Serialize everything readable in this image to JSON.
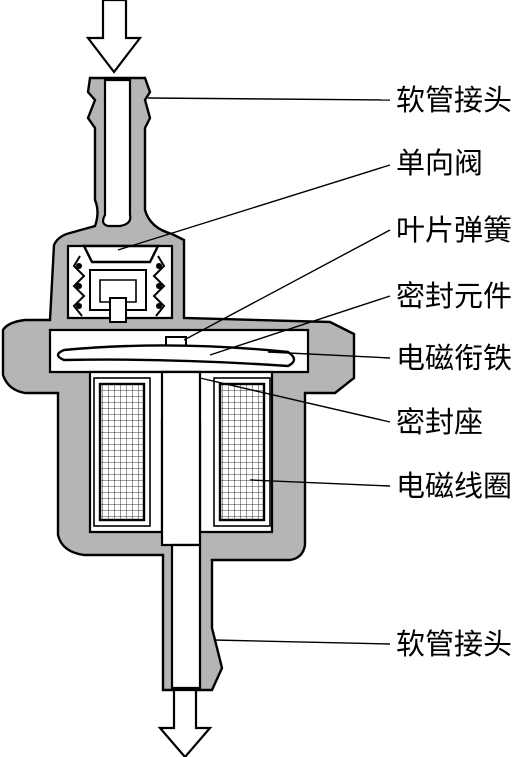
{
  "labels": {
    "hose_top": "软管接头",
    "check_valve": "单向阀",
    "leaf_spring": "叶片弹簧",
    "seal_element": "密封元件",
    "armature": "电磁衔铁",
    "seal_seat": "密封座",
    "coil": "电磁线圈",
    "hose_bottom": "软管接头"
  }
}
